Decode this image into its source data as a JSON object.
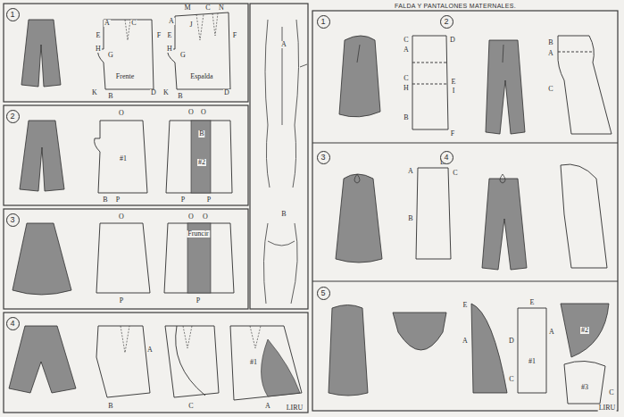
{
  "diagram": {
    "title": "FALDA Y PANTALONES MATERNALES.",
    "nodes": [
      {
        "text": [
          "1"
        ]
      },
      {
        "text": [
          "2"
        ]
      },
      {
        "text": [
          "3"
        ]
      },
      {
        "text": [
          "4"
        ]
      },
      {
        "text": [
          "1"
        ]
      },
      {
        "text": [
          "2"
        ]
      },
      {
        "text": [
          "3"
        ]
      },
      {
        "text": [
          "4"
        ]
      },
      {
        "text": [
          "5"
        ]
      }
    ],
    "labels": [
      "A",
      "C",
      "E",
      "F",
      "H",
      "G",
      "Frente",
      "K",
      "B",
      "D",
      "M",
      "A",
      "J",
      "C",
      "N",
      "E",
      "F",
      "H",
      "G",
      "Espalda",
      "K",
      "B",
      "D",
      "O",
      "#1",
      "B",
      "P",
      "O",
      "O",
      "B",
      "#2",
      "P",
      "P",
      "O",
      "P",
      "O",
      "O",
      "Fruncir",
      "P",
      "A",
      "B",
      "C",
      "#1",
      "A",
      "A",
      "B",
      "C",
      "A",
      "D",
      "C",
      "H",
      "E",
      "I",
      "B",
      "F",
      "B",
      "A",
      "C",
      "A",
      "D",
      "C",
      "B",
      "E",
      "A",
      "D",
      "C",
      "E",
      "#1",
      "#2",
      "A",
      "#3",
      "C",
      "LIRU",
      "LIRU"
    ]
  }
}
